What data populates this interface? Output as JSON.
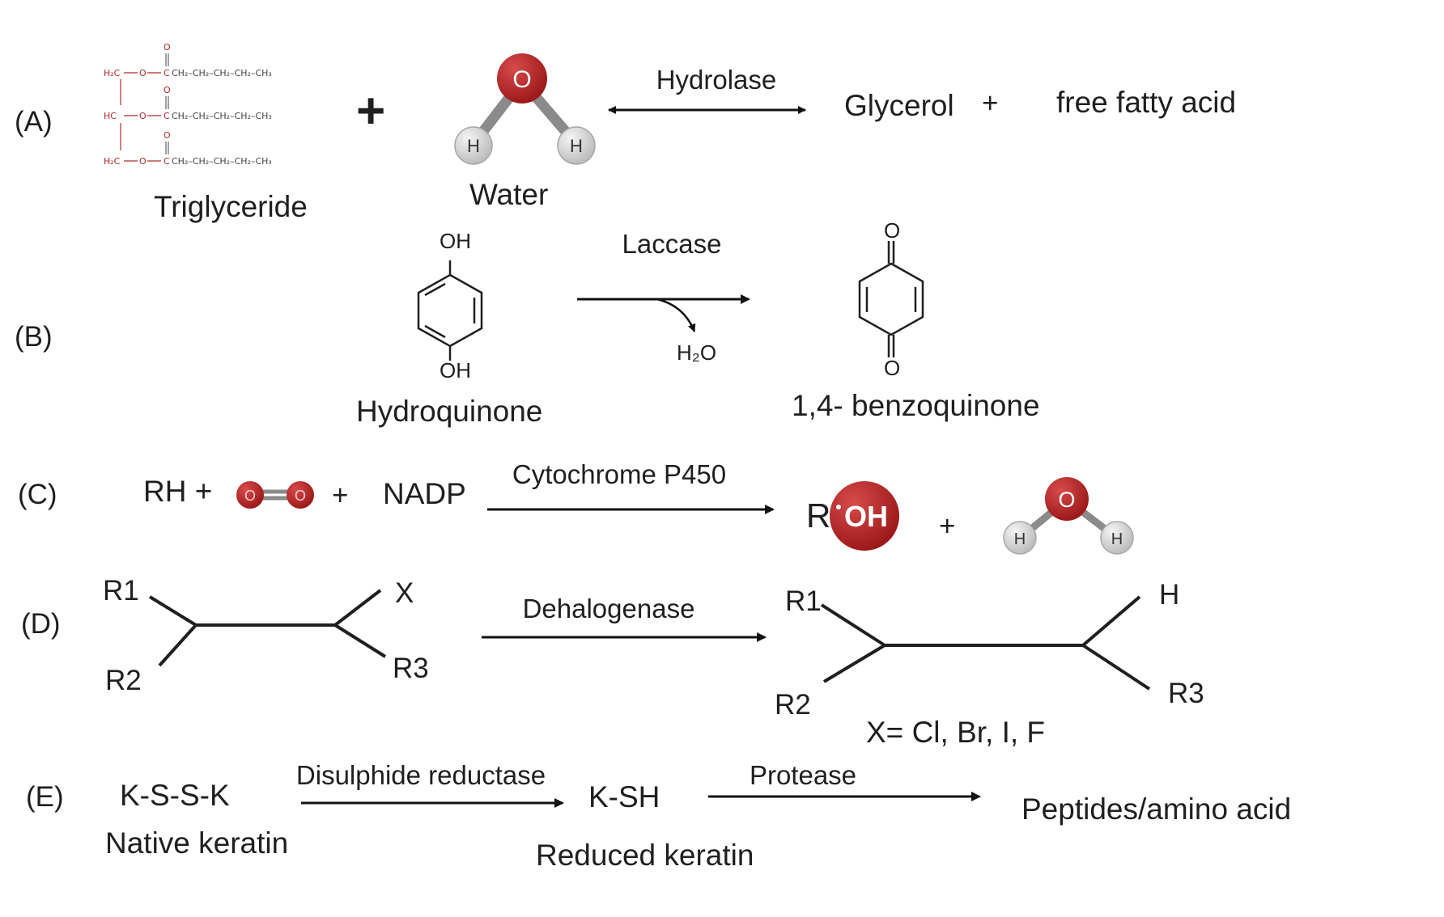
{
  "colors": {
    "oxygen": "#b52424",
    "hydrogen": "#d6d6d6",
    "text": "#1f1f1f",
    "arrow": "#111111",
    "triglyceride_backbone": "#b02a2a"
  },
  "reactions": {
    "a": {
      "tag": "(A)",
      "substrate": "Triglyceride",
      "plus_1": "+",
      "water": "Water",
      "enzyme": "Hydrolase",
      "product_1": "Glycerol",
      "plus_2": "+",
      "product_2": "free fatty acid",
      "structure": {
        "carbonyl_o": "O",
        "ester_o": "O",
        "glyceride_carbon": "C",
        "h2c": "H₂C",
        "hc": "HC",
        "chain": "CH₂–CH₂–CH₂–CH₂–CH₃"
      },
      "atoms": {
        "o": "O",
        "h": "H"
      }
    },
    "b": {
      "tag": "(B)",
      "enzyme": "Laccase",
      "byproduct": "H₂O",
      "substrate": "Hydroquinone",
      "product": "1,4- benzoquinone",
      "oh": "OH",
      "o": "O"
    },
    "c": {
      "tag": "(C)",
      "rh": "RH +",
      "plus_1": "+",
      "nadp": "NADP",
      "enzyme": "Cytochrome P450",
      "r": "R",
      "oh": "OH",
      "plus_2": "+",
      "atoms": {
        "o": "O",
        "h": "H"
      }
    },
    "d": {
      "tag": "(D)",
      "enzyme": "Dehalogenase",
      "r1": "R1",
      "r2": "R2",
      "r3": "R3",
      "x": "X",
      "h": "H",
      "note": "X= Cl, Br, I, F"
    },
    "e": {
      "tag": "(E)",
      "substrate": "K-S-S-K",
      "substrate_name": "Native keratin",
      "enzyme_1": "Disulphide reductase",
      "intermediate": "K-SH",
      "intermediate_name": "Reduced keratin",
      "enzyme_2": "Protease",
      "product": "Peptides/amino acid"
    }
  }
}
